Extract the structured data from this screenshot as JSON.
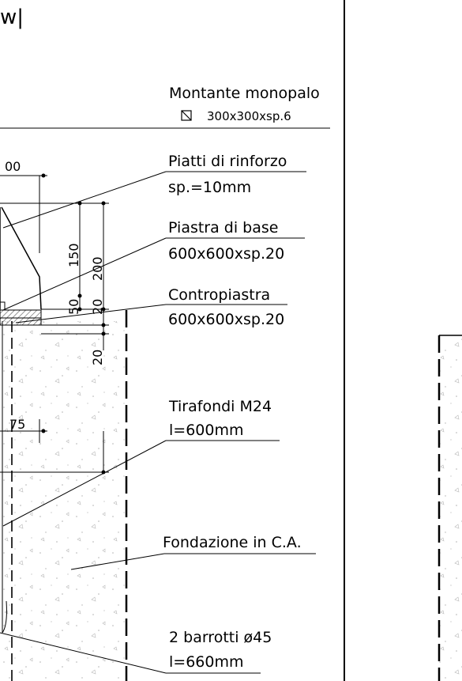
{
  "title_fragment": "w|",
  "labels": {
    "montante": {
      "line1": "Montante monopalo",
      "line2": "300x300xsp.6",
      "symbol": "hollow-square-section-icon"
    },
    "piatti": {
      "line1": "Piatti di rinforzo",
      "line2": "sp.=10mm"
    },
    "piastra": {
      "line1": "Piastra di base",
      "line2": "600x600xsp.20"
    },
    "contropiastra": {
      "line1": "Contropiastra",
      "line2": "600x600xsp.20"
    },
    "tirafondi": {
      "line1": "Tirafondi M24",
      "line2": "l=600mm"
    },
    "fondazione": {
      "line1": "Fondazione in C.A."
    },
    "barrotti": {
      "line1": "2 barrotti ø45",
      "line2": "l=660mm"
    }
  },
  "dimensions": {
    "d100": "00",
    "d150": "150",
    "d200": "200",
    "d50": "50",
    "d20a": "20",
    "d20b": "20",
    "d75": "75"
  },
  "colors": {
    "ink": "#000000",
    "hatch": "#555555",
    "concrete_speckle": "#b0b0b0"
  }
}
